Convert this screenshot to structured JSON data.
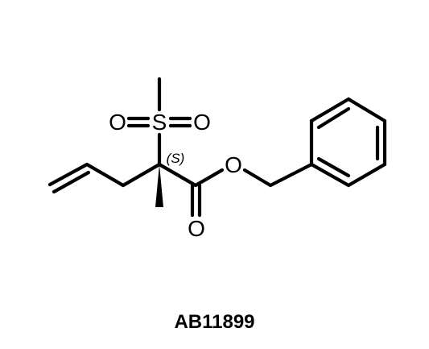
{
  "molecule": {
    "atoms": {
      "sulfur": "S",
      "sulfonyl_oxygen_left": "O",
      "sulfonyl_oxygen_right": "O",
      "ester_oxygen": "O",
      "carbonyl_oxygen": "O"
    },
    "stereo_descriptor": "(S)"
  },
  "compound_id": "AB11899"
}
